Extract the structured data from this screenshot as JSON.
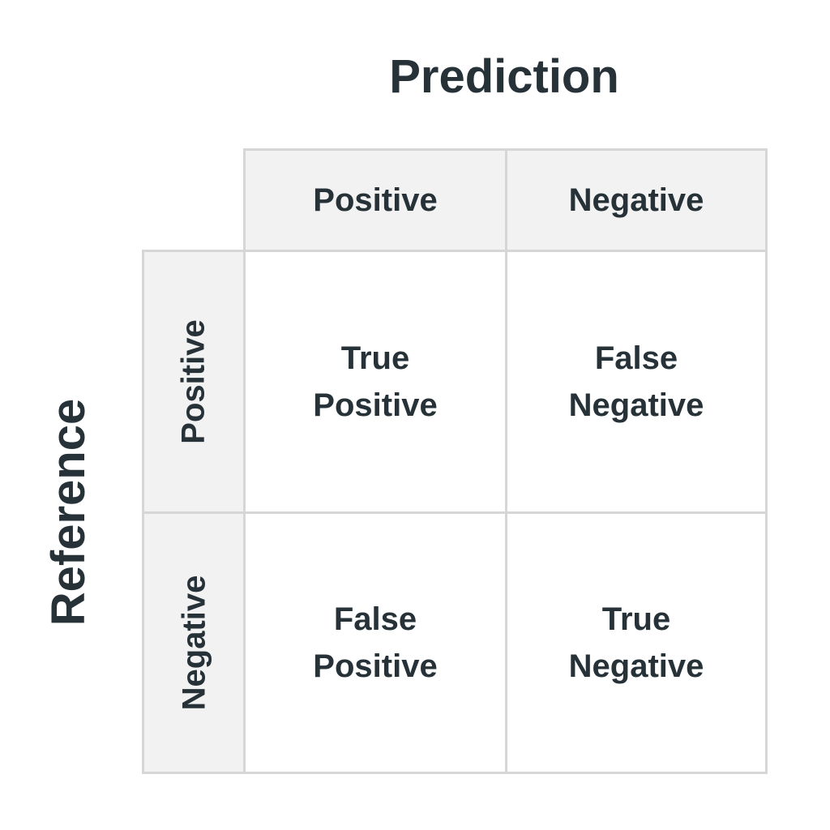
{
  "titles": {
    "prediction": "Prediction",
    "reference": "Reference"
  },
  "columns": [
    "Positive",
    "Negative"
  ],
  "rows": [
    "Positive",
    "Negative"
  ],
  "cells": [
    [
      {
        "line1": "True",
        "line2": "Positive"
      },
      {
        "line1": "False",
        "line2": "Negative"
      }
    ],
    [
      {
        "line1": "False",
        "line2": "Positive"
      },
      {
        "line1": "True",
        "line2": "Negative"
      }
    ]
  ],
  "colors": {
    "text": "#263238",
    "header_bg": "#f2f2f2",
    "border": "#d6d6d6",
    "cell_bg": "#ffffff"
  }
}
